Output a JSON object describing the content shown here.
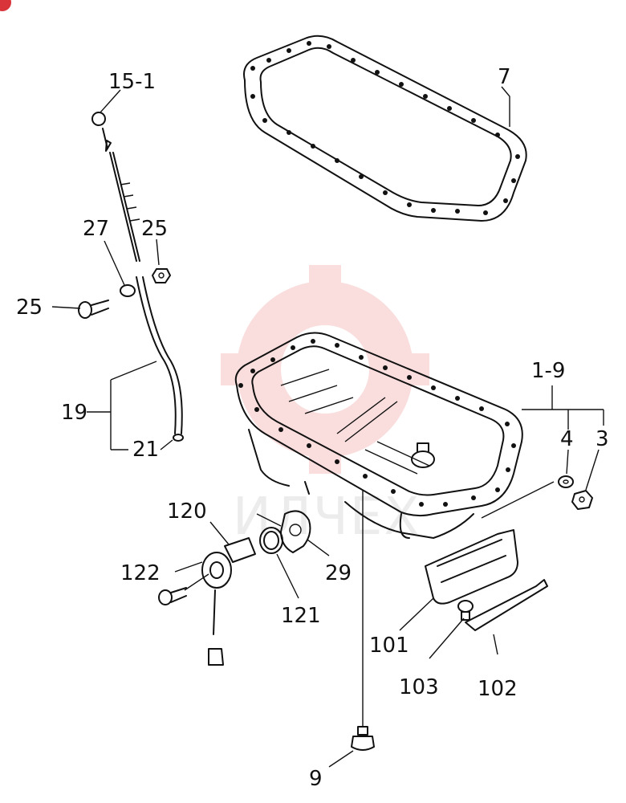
{
  "watermark": {
    "text": "ИЛЧЕХ",
    "gear_color": "#f4b8b8"
  },
  "callouts": [
    {
      "id": "c-15-1",
      "label": "15-1"
    },
    {
      "id": "c-7",
      "label": "7"
    },
    {
      "id": "c-27",
      "label": "27"
    },
    {
      "id": "c-25a",
      "label": "25"
    },
    {
      "id": "c-25b",
      "label": "25"
    },
    {
      "id": "c-19",
      "label": "19"
    },
    {
      "id": "c-21",
      "label": "21"
    },
    {
      "id": "c-1-9",
      "label": "1-9"
    },
    {
      "id": "c-4",
      "label": "4"
    },
    {
      "id": "c-3",
      "label": "3"
    },
    {
      "id": "c-120",
      "label": "120"
    },
    {
      "id": "c-29",
      "label": "29"
    },
    {
      "id": "c-122",
      "label": "122"
    },
    {
      "id": "c-121",
      "label": "121"
    },
    {
      "id": "c-101",
      "label": "101"
    },
    {
      "id": "c-103",
      "label": "103"
    },
    {
      "id": "c-102",
      "label": "102"
    },
    {
      "id": "c-9",
      "label": "9"
    }
  ]
}
